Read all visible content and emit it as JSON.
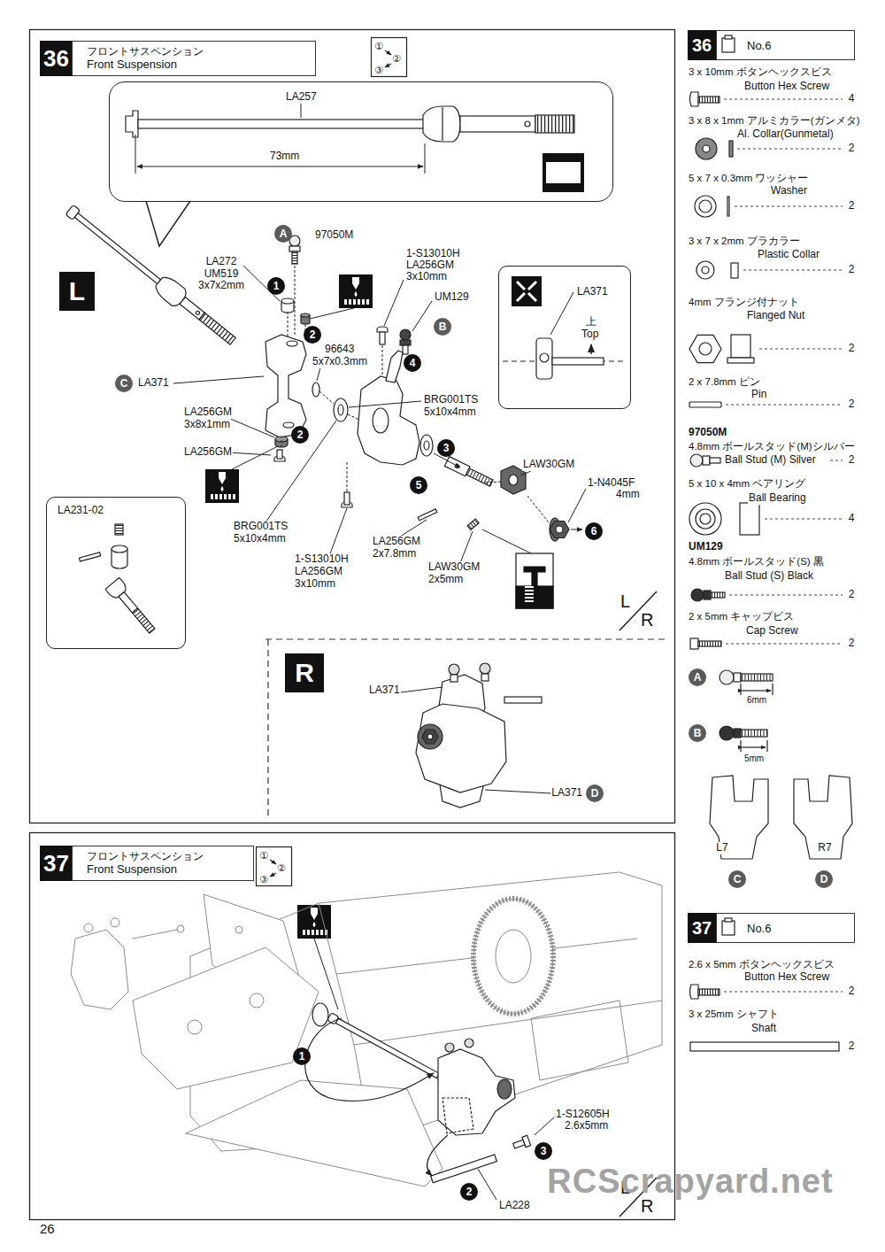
{
  "diagram": {
    "nodes": [
      {
        "text": [
          "36"
        ]
      },
      {
        "text": [
          "フロントサスペンション",
          "Front Suspension"
        ]
      },
      {
        "text": [
          "L"
        ]
      },
      {
        "text": [
          "LA257",
          "73mm"
        ]
      },
      {
        "text": [
          "1:1"
        ],
        "in": 3
      },
      {
        "text": [
          "LA371",
          "上",
          "Top"
        ]
      },
      {
        "text": [
          "LA231-02"
        ]
      },
      {
        "text": [
          "L",
          "R"
        ]
      },
      {
        "text": [
          "R"
        ]
      },
      {
        "text": [
          "37"
        ]
      },
      {
        "text": [
          "フロントサスペンション",
          "Front Suspension"
        ]
      },
      {
        "text": [
          "L",
          "R"
        ]
      },
      {
        "text": [
          "36"
        ]
      },
      {
        "text": [
          "No.6"
        ]
      },
      {
        "text": [
          "37"
        ]
      },
      {
        "text": [
          "No.6"
        ]
      },
      {
        "text": [
          "A"
        ]
      },
      {
        "text": [
          "B"
        ]
      },
      {
        "text": [
          "C"
        ]
      },
      {
        "text": [
          "D"
        ]
      },
      {
        "text": [
          "1"
        ]
      },
      {
        "text": [
          "2"
        ]
      },
      {
        "text": [
          "2"
        ]
      },
      {
        "text": [
          "3"
        ]
      },
      {
        "text": [
          "4"
        ]
      },
      {
        "text": [
          "5"
        ]
      },
      {
        "text": [
          "6"
        ]
      },
      {
        "text": [
          "A"
        ]
      },
      {
        "text": [
          "B"
        ]
      },
      {
        "text": [
          "C"
        ]
      },
      {
        "text": [
          "D"
        ]
      },
      {
        "text": [
          "1"
        ]
      },
      {
        "text": [
          "2"
        ]
      },
      {
        "text": [
          "3"
        ]
      }
    ],
    "labels": [
      "①",
      "②",
      "③",
      "97050M",
      "LA272",
      "UM519",
      "3x7x2mm",
      "1-S13010H",
      "LA256GM",
      "3x10mm",
      "UM129",
      "96643",
      "5x7x0.3mm",
      "LA371",
      "BRG001TS",
      "5x10x4mm",
      "LA256GM",
      "3x8x1mm",
      "LA256GM",
      "LAW30GM",
      "1-N4045F",
      "4mm",
      "BRG001TS",
      "5x10x4mm",
      "LA256GM",
      "2x7.8mm",
      "1-S13010H",
      "LA256GM",
      "3x10mm",
      "LAW30GM",
      "2x5mm",
      "LA371",
      "LA371",
      "①",
      "②",
      "③",
      "1-S12605H",
      "2.6x5mm",
      "LA228",
      "3 x 10mm ボタンヘックスビス",
      "Button Hex Screw",
      "4",
      "3 x 8 x 1mm アルミカラー(ガンメタ)",
      "Al. Collar(Gunmetal)",
      "2",
      "5 x 7 x 0.3mm ワッシャー",
      "Washer",
      "2",
      "3 x 7 x 2mm プラカラー",
      "Plastic Collar",
      "2",
      "4mm フランジ付ナット",
      "Flanged Nut",
      "2",
      "2 x 7.8mm ピン",
      "Pin",
      "2",
      "97050M",
      "4.8mm ボールスタッド(M)シルバー",
      "Ball Stud (M) Silver",
      "2",
      "5 x 10 x 4mm ベアリング",
      "Ball Bearing",
      "4",
      "UM129",
      "4.8mm ボールスタッド(S) 黒",
      "Ball Stud (S) Black",
      "2",
      "2 x 5mm キャップビス",
      "Cap Screw",
      "2",
      "6mm",
      "5mm",
      "L7",
      "R7",
      "2.6 x 5mm ボタンヘックスビス",
      "Button Hex Screw",
      "2",
      "3 x 25mm シャフト",
      "Shaft",
      "2",
      "26",
      "RCScrapyard.net"
    ]
  }
}
